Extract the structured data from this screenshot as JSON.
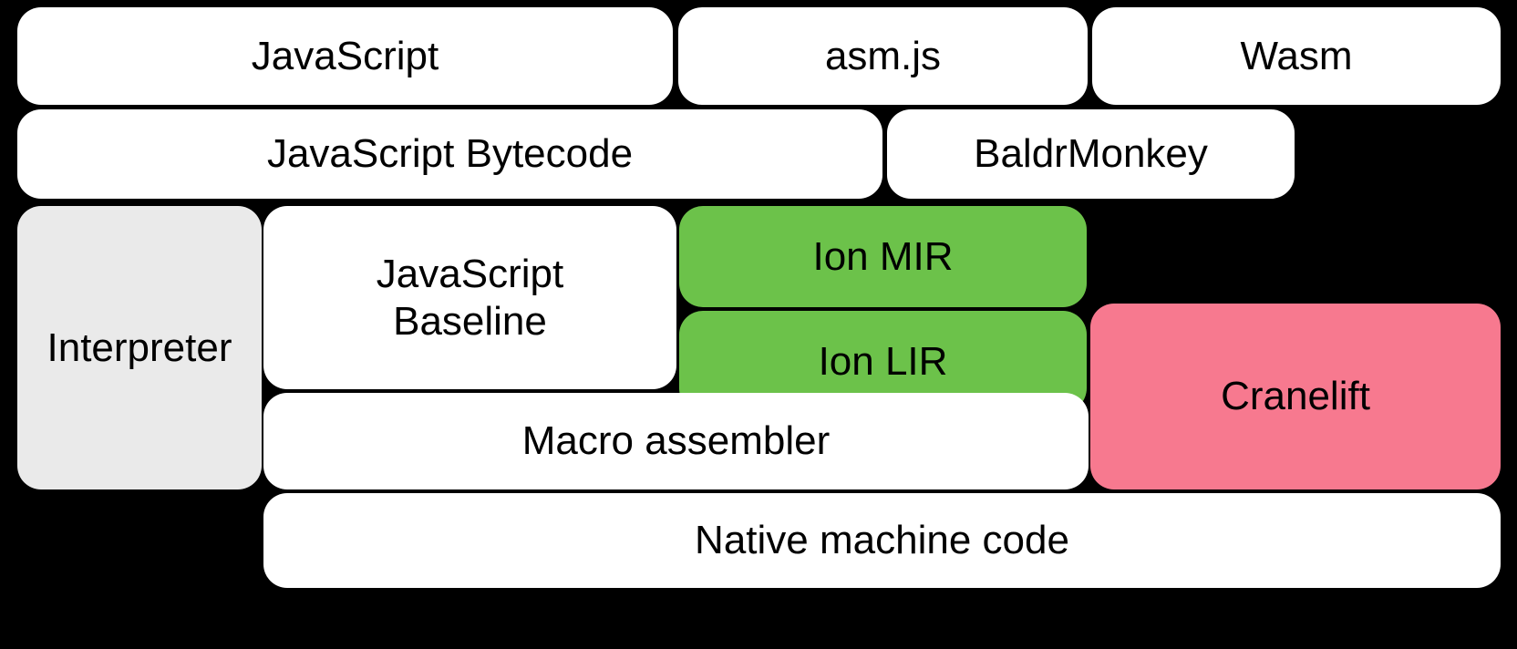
{
  "diagram": {
    "title": "SpiderMonkey compilation pipeline",
    "background_color": "#000000",
    "palette": {
      "white": "#ffffff",
      "grey": "#eaeaea",
      "green": "#6cc24a",
      "pink": "#f7798f",
      "text": "#000000"
    },
    "rows": [
      {
        "name": "source-languages",
        "nodes": [
          "javascript",
          "asmjs",
          "wasm"
        ]
      },
      {
        "name": "intermediate-representations",
        "nodes": [
          "js-bytecode",
          "baldrmonkey"
        ]
      },
      {
        "name": "execution-tiers",
        "nodes": [
          "interpreter",
          "js-baseline",
          "ion-mir",
          "ion-lir",
          "cranelift"
        ]
      },
      {
        "name": "code-emission",
        "nodes": [
          "macro-assembler",
          "native-code"
        ]
      }
    ],
    "nodes": {
      "javascript": {
        "label": "JavaScript",
        "color": "#ffffff"
      },
      "asmjs": {
        "label": "asm.js",
        "color": "#ffffff"
      },
      "wasm": {
        "label": "Wasm",
        "color": "#ffffff"
      },
      "js_bytecode": {
        "label": "JavaScript Bytecode",
        "color": "#ffffff"
      },
      "baldrmonkey": {
        "label": "BaldrMonkey",
        "color": "#ffffff"
      },
      "interpreter": {
        "label": "Interpreter",
        "color": "#eaeaea"
      },
      "js_baseline": {
        "label": "JavaScript\nBaseline",
        "color": "#ffffff"
      },
      "ion_mir": {
        "label": "Ion MIR",
        "color": "#6cc24a"
      },
      "ion_lir": {
        "label": "Ion LIR",
        "color": "#6cc24a"
      },
      "cranelift": {
        "label": "Cranelift",
        "color": "#f7798f"
      },
      "macro_assembler": {
        "label": "Macro assembler",
        "color": "#ffffff"
      },
      "native_code": {
        "label": "Native machine code",
        "color": "#ffffff"
      }
    }
  }
}
